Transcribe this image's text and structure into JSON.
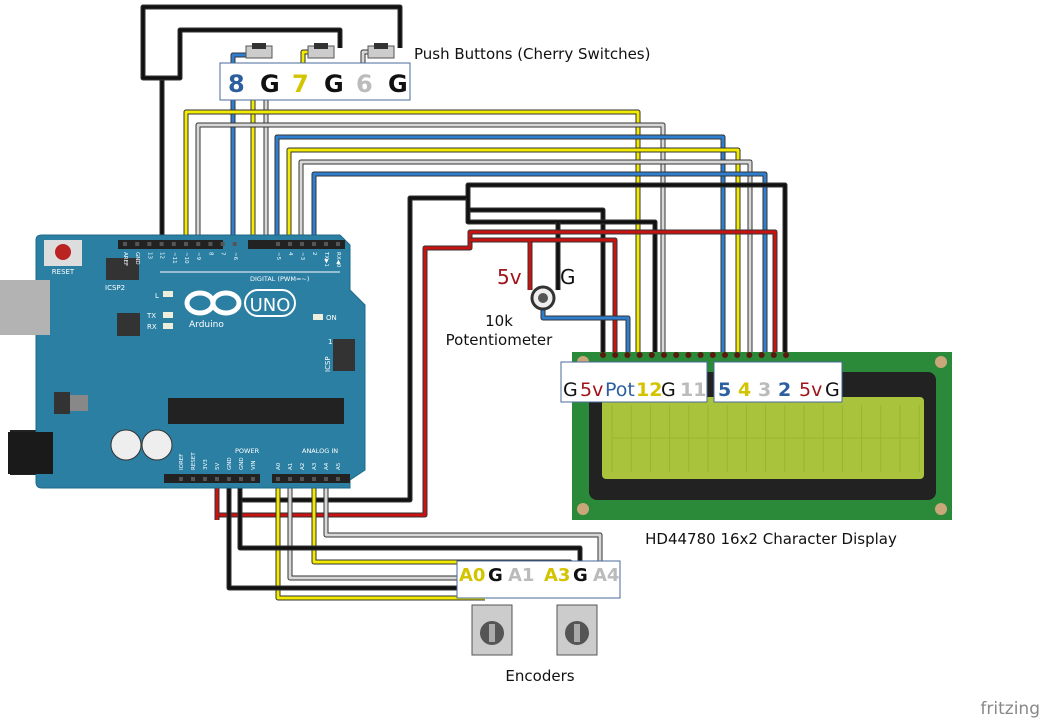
{
  "colors": {
    "board": "#2b7fa3",
    "lcd_pcb": "#2a8a3a",
    "lcd_screen": "#a9c43c",
    "wire_black": "#111111",
    "wire_red": "#cc1111",
    "wire_yellow": "#f2ea00",
    "wire_white": "#d8d8d8",
    "wire_blue": "#2f7fd0",
    "label_blue": "#2c5f9e",
    "label_yellow": "#d4c400",
    "label_red": "#a0141a",
    "label_gray": "#bbbbbb"
  },
  "arduino": {
    "reset": "RESET",
    "icsp2": "ICSP2",
    "icsp": "ICSP",
    "icsp_pin1": "1",
    "brand": "Arduino",
    "model": "UNO",
    "led_l": "L",
    "led_tx": "TX",
    "led_rx": "RX",
    "led_on": "ON",
    "digital": "DIGITAL (PWM=~)",
    "power": "POWER",
    "analog_in": "ANALOG IN",
    "top_pins": [
      "AREF",
      "GND",
      "13",
      "12",
      "~11",
      "~10",
      "~9",
      "8",
      "7",
      "~6",
      "~5",
      "4",
      "~3",
      "2",
      "TX▶1",
      "RX◀0"
    ],
    "bottom_pins": [
      "IOREF",
      "RESET",
      "3V3",
      "5V",
      "GND",
      "GND",
      "VIN",
      "A0",
      "A1",
      "A2",
      "A3",
      "A4",
      "A5"
    ]
  },
  "push_buttons": {
    "title": "Push Buttons (Cherry Switches)",
    "pins": [
      "8",
      "G",
      "7",
      "G",
      "6",
      "G"
    ]
  },
  "potentiometer": {
    "pin_5v": "5v",
    "pin_g": "G",
    "label_line1": "10k",
    "label_line2": "Potentiometer"
  },
  "lcd": {
    "caption": "HD44780 16x2 Character Display",
    "left_pins": [
      "G",
      "5v",
      "Pot",
      "12",
      "G",
      "11"
    ],
    "right_pins": [
      "5",
      "4",
      "3",
      "2",
      "5v",
      "G"
    ]
  },
  "encoders": {
    "caption": "Encoders",
    "pins": [
      "A0",
      "G",
      "A1",
      "A3",
      "G",
      "A4"
    ]
  },
  "watermark": "fritzing"
}
